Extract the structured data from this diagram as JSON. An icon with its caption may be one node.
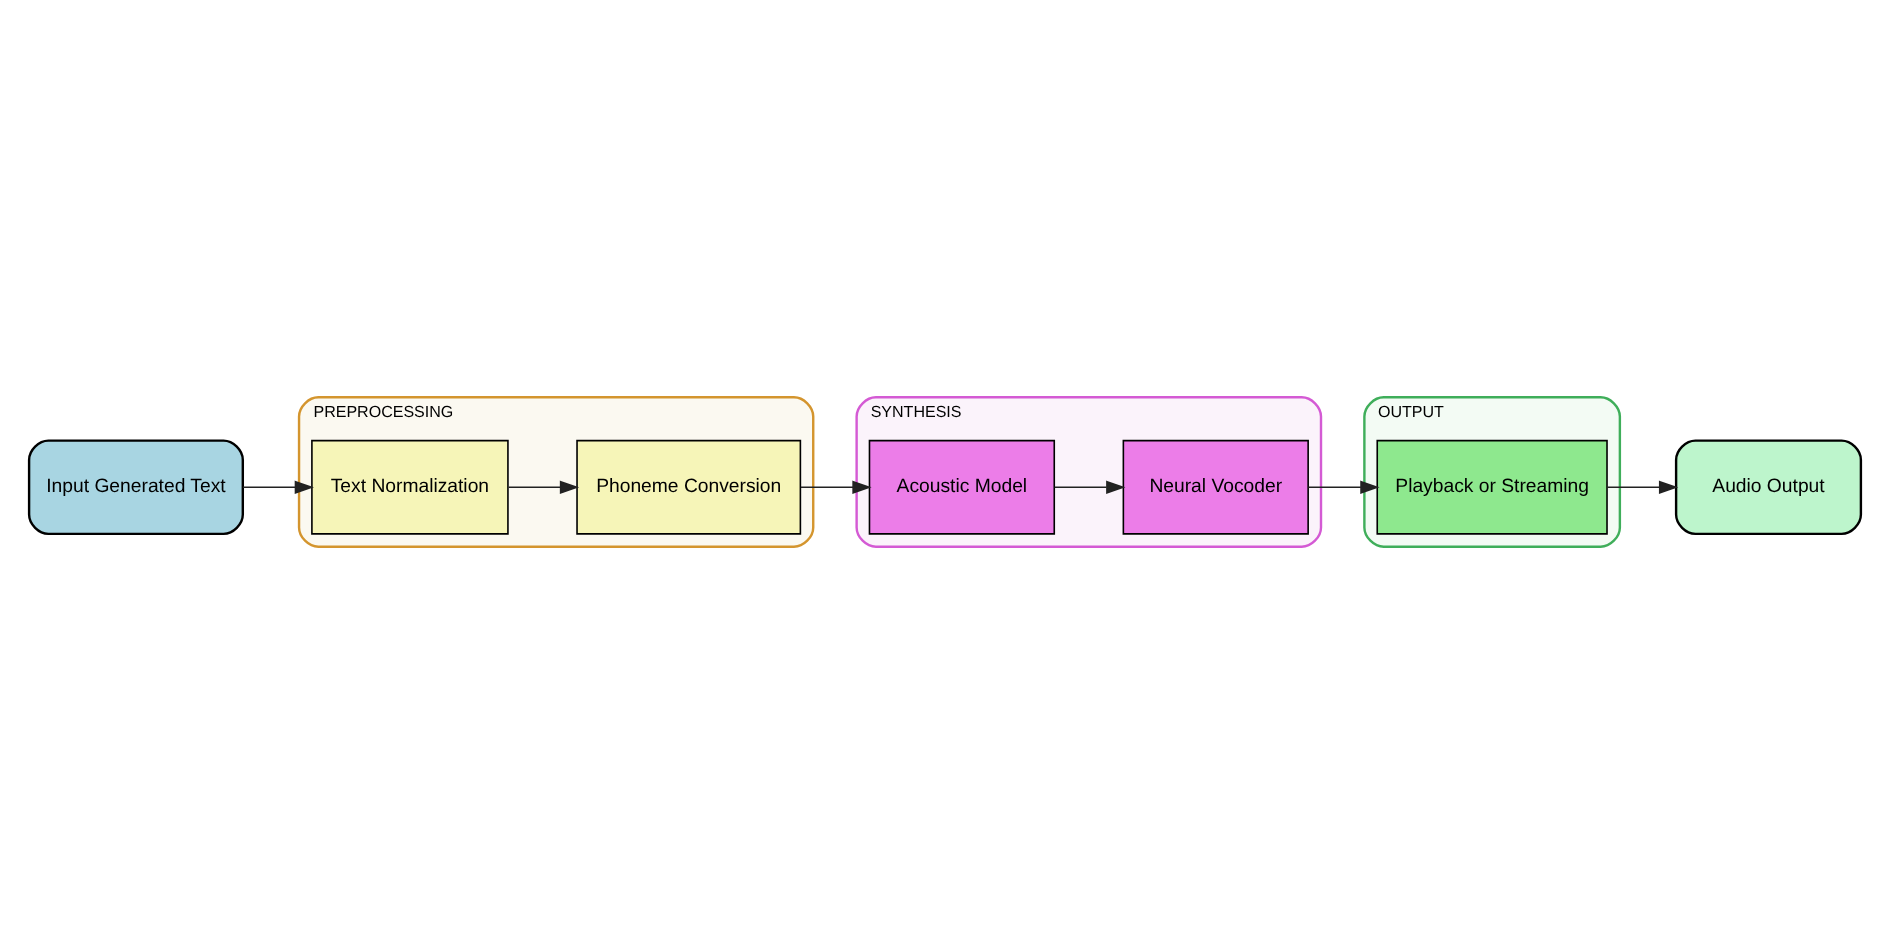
{
  "diagram": {
    "nodes": [
      {
        "text": [
          "Input Generated Text"
        ]
      },
      {
        "text": [
          "PREPROCESSING"
        ]
      },
      {
        "text": [
          "Text Normalization"
        ],
        "in": 1
      },
      {
        "text": [
          "Phoneme Conversion"
        ],
        "in": 1
      },
      {
        "text": [
          "SYNTHESIS"
        ]
      },
      {
        "text": [
          "Acoustic Model"
        ],
        "in": 4
      },
      {
        "text": [
          "Neural Vocoder"
        ],
        "in": 4
      },
      {
        "text": [
          "OUTPUT"
        ]
      },
      {
        "text": [
          "Playback or Streaming"
        ],
        "in": 7
      },
      {
        "text": [
          "Audio Output"
        ]
      }
    ],
    "edges": [
      {
        "from": 0,
        "to": 2,
        "arrow": "to"
      },
      {
        "from": 2,
        "to": 3,
        "arrow": "to"
      },
      {
        "from": 3,
        "to": 5,
        "arrow": "to"
      },
      {
        "from": 5,
        "to": 6,
        "arrow": "to"
      },
      {
        "from": 6,
        "to": 8,
        "arrow": "to"
      },
      {
        "from": 8,
        "to": 9,
        "arrow": "to"
      }
    ]
  }
}
